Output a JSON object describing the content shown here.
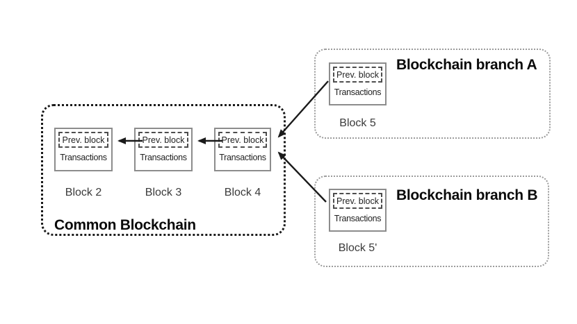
{
  "page": {
    "background": "#ffffff"
  },
  "diagram": {
    "common": {
      "title": "Common Blockchain",
      "blocks": [
        {
          "name": "Block 2",
          "prev": "Prev. block",
          "transactions": "Transactions"
        },
        {
          "name": "Block 3",
          "prev": "Prev. block",
          "transactions": "Transactions"
        },
        {
          "name": "Block 4",
          "prev": "Prev. block",
          "transactions": "Transactions"
        }
      ]
    },
    "branch_a": {
      "title": "Blockchain branch A",
      "block": {
        "name": "Block 5",
        "prev": "Prev. block",
        "transactions": "Transactions"
      }
    },
    "branch_b": {
      "title": "Blockchain branch B",
      "block": {
        "name": "Block 5'",
        "prev": "Prev. block",
        "transactions": "Transactions"
      }
    },
    "edges": [
      {
        "from": "Block 3",
        "to": "Block 2"
      },
      {
        "from": "Block 4",
        "to": "Block 3"
      },
      {
        "from": "Block 5",
        "to": "Block 4"
      },
      {
        "from": "Block 5'",
        "to": "Block 4"
      }
    ],
    "colors": {
      "common_border": "#1a1a1a",
      "branch_border": "#9a9a9a",
      "block_border": "#8c8c8c",
      "inner_dashed_border": "#4d4d4d",
      "block_text": "#222222",
      "label_text": "#3a3a3a",
      "title_text": "#0a0a0a",
      "arrow": "#1a1a1a"
    }
  }
}
